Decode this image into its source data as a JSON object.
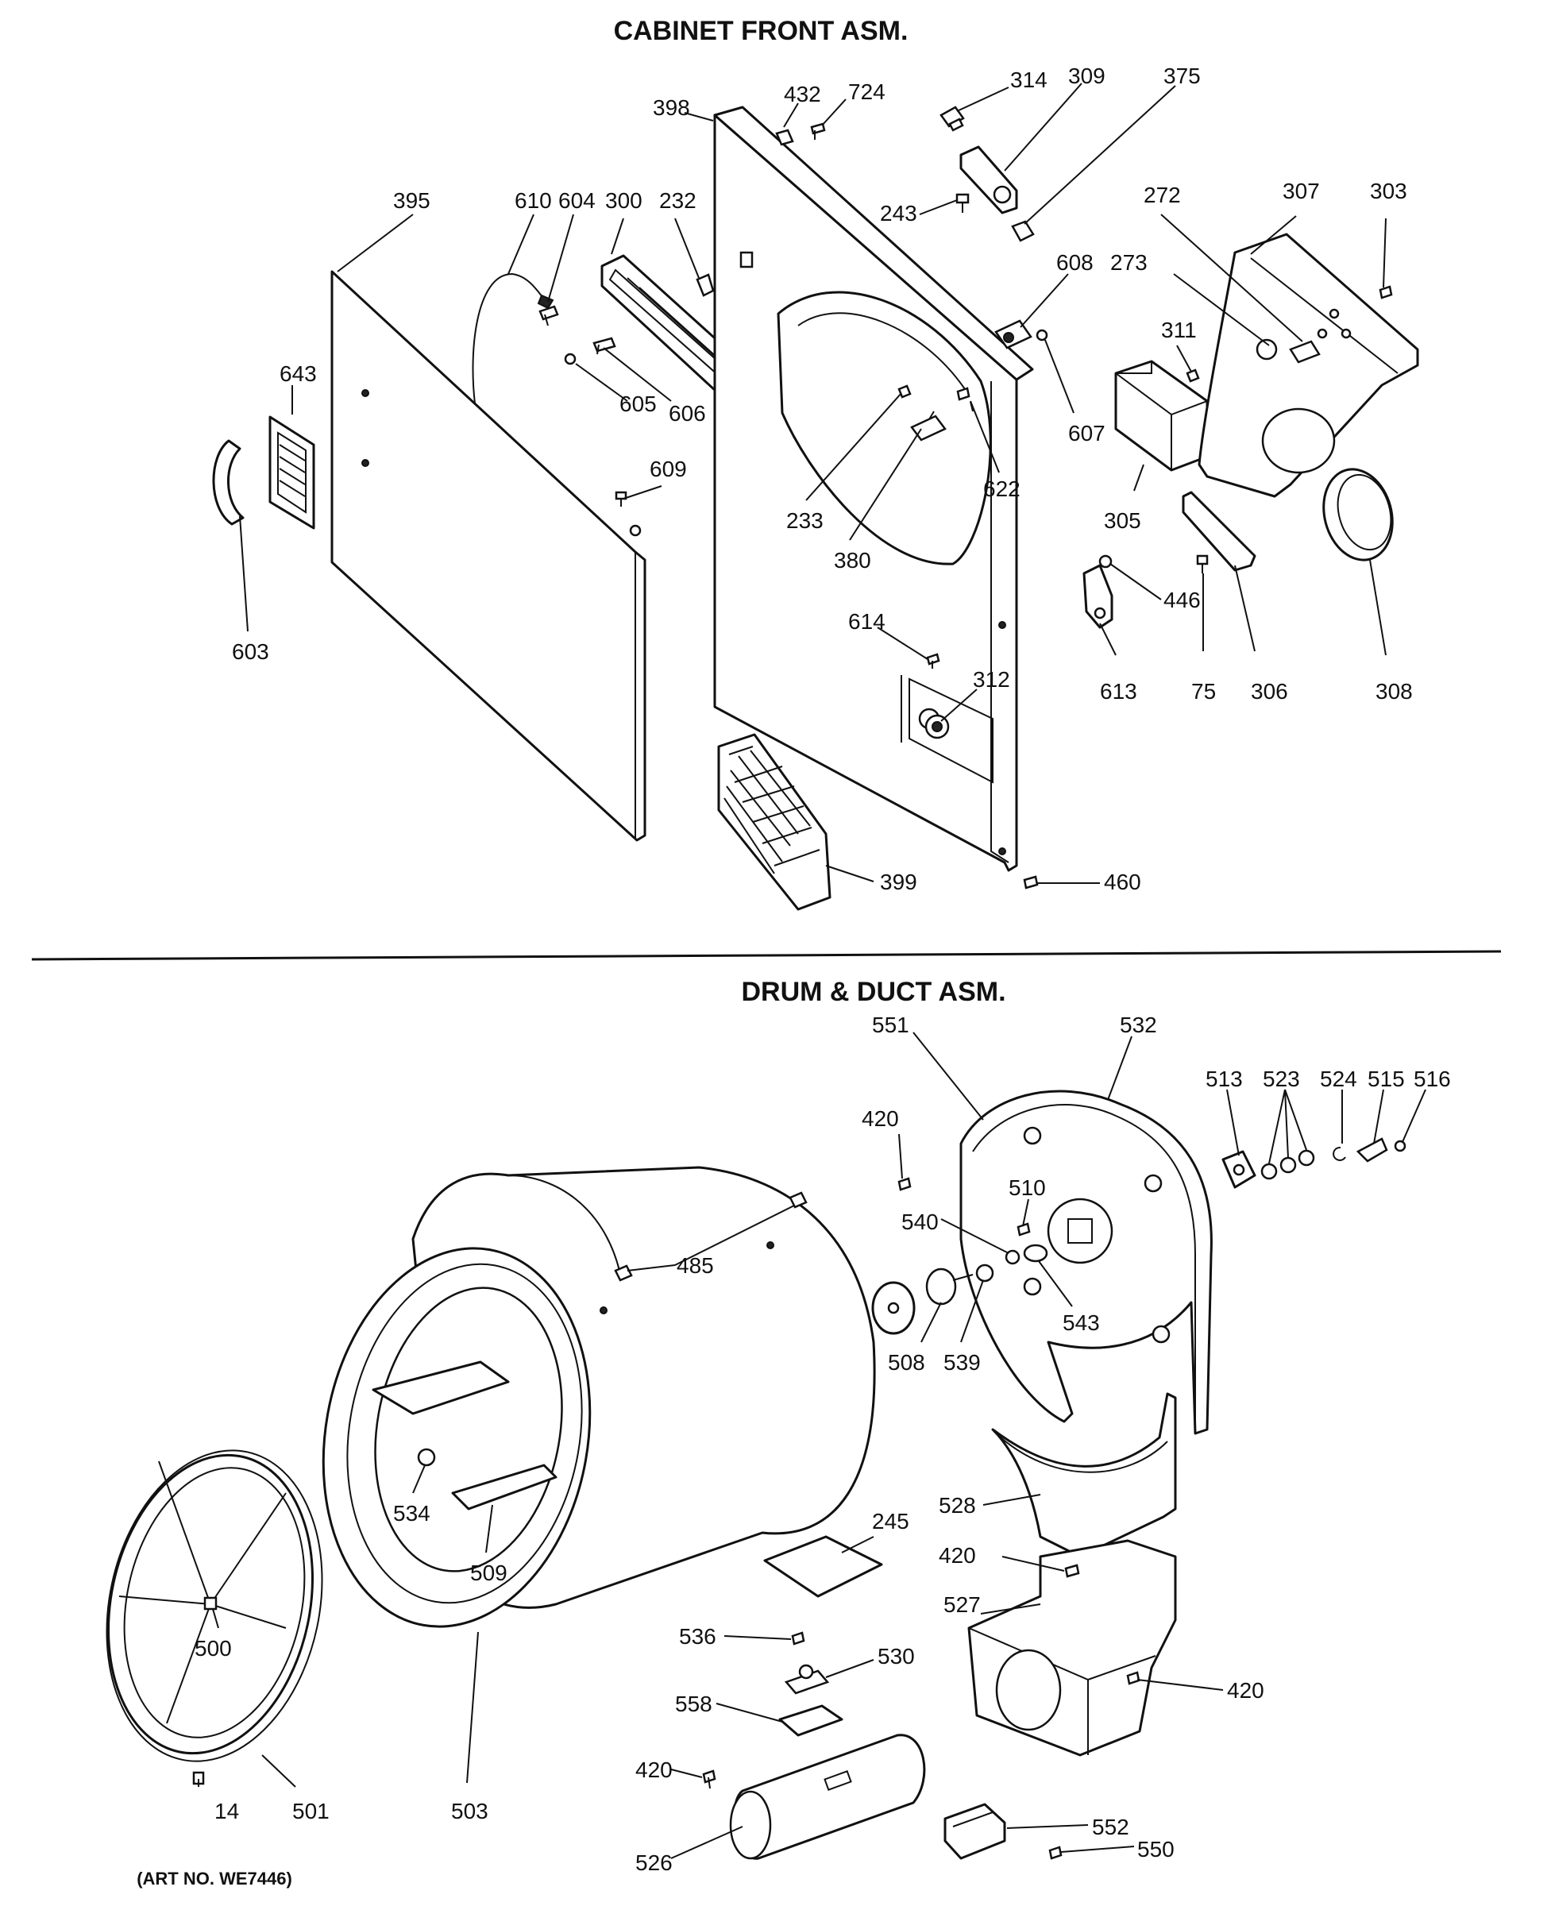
{
  "sections": {
    "cabinet_front": {
      "title": "CABINET FRONT ASM."
    },
    "drum_duct": {
      "title": "DRUM & DUCT ASM."
    }
  },
  "art_number": "(ART NO. WE7446)",
  "callouts": {
    "c398": "398",
    "c432": "432",
    "c724": "724",
    "c314": "314",
    "c309": "309",
    "c375": "375",
    "c395": "395",
    "c610": "610",
    "c604": "604",
    "c300": "300",
    "c232": "232",
    "c243": "243",
    "c272": "272",
    "c307": "307",
    "c303": "303",
    "c608": "608",
    "c273": "273",
    "c643": "643",
    "c311": "311",
    "c605": "605",
    "c606": "606",
    "c607": "607",
    "c622": "622",
    "c609": "609",
    "c305": "305",
    "c233": "233",
    "c380": "380",
    "c446": "446",
    "c603": "603",
    "c614": "614",
    "c613": "613",
    "c75": "75",
    "c306": "306",
    "c308": "308",
    "c312": "312",
    "c399": "399",
    "c460": "460",
    "c551": "551",
    "c532": "532",
    "c513": "513",
    "c523": "523",
    "c524": "524",
    "c515": "515",
    "c516": "516",
    "c420a": "420",
    "c510": "510",
    "c540": "540",
    "c485": "485",
    "c543": "543",
    "c508": "508",
    "c539": "539",
    "c528": "528",
    "c534": "534",
    "c245": "245",
    "c420b": "420",
    "c509": "509",
    "c527": "527",
    "c500": "500",
    "c536": "536",
    "c530": "530",
    "c420c": "420",
    "c558": "558",
    "c14": "14",
    "c501": "501",
    "c503": "503",
    "c420d": "420",
    "c526": "526",
    "c552": "552",
    "c550": "550"
  }
}
